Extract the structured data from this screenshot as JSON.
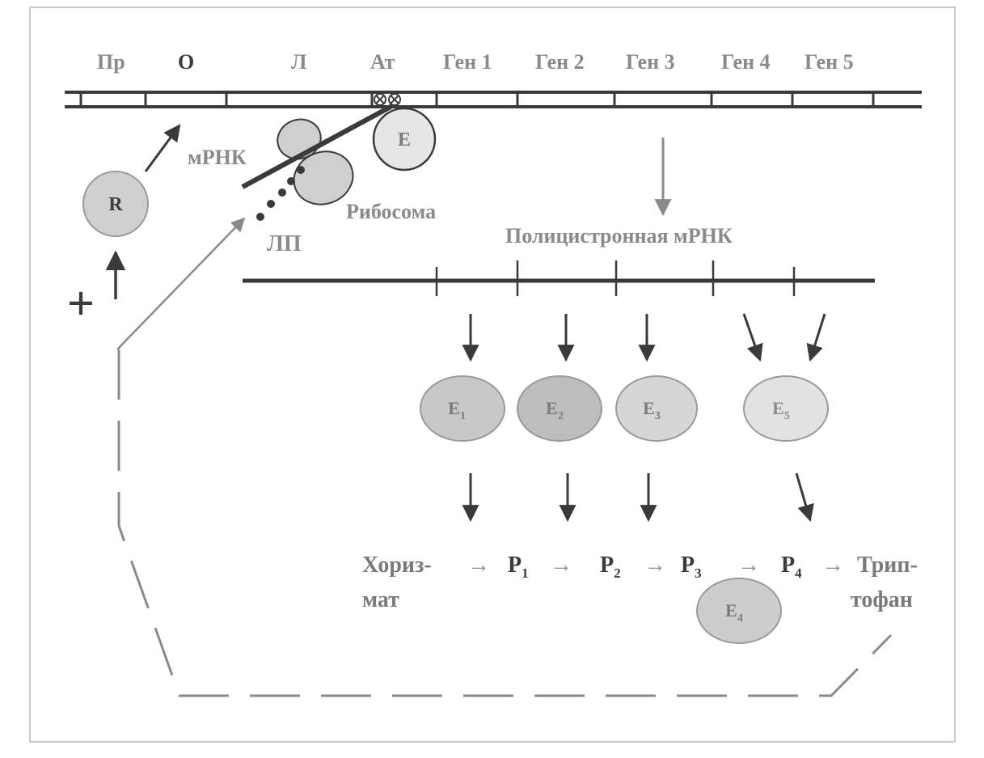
{
  "dna_labels": {
    "promoter": "Пр",
    "operator": "О",
    "leader": "Л",
    "attenuator": "Ат",
    "gene1": "Ген 1",
    "gene2": "Ген 2",
    "gene3": "Ген 3",
    "gene4": "Ген 4",
    "gene5": "Ген 5"
  },
  "labels": {
    "mrna": "мРНК",
    "ribosome": "Рибосома",
    "leader_peptide": "ЛП",
    "polycistronic_mrna": "Полицистронная мРНК",
    "plus": "+"
  },
  "circles": {
    "repressor": "R",
    "rna_polymerase": "E",
    "e1": "E",
    "e1_sub": "1",
    "e2": "E",
    "e2_sub": "2",
    "e3": "E",
    "e3_sub": "3",
    "e5": "E",
    "e5_sub": "5",
    "e4": "E",
    "e4_sub": "4"
  },
  "pathway": {
    "chorismate_line1": "Хориз-",
    "chorismate_line2": "мат",
    "p1": "P",
    "p1_sub": "1",
    "p2": "P",
    "p2_sub": "2",
    "p3": "P",
    "p3_sub": "3",
    "p4": "P",
    "p4_sub": "4",
    "tryptophan_line1": "Трип-",
    "tryptophan_line2": "тофан",
    "arrow": "→"
  },
  "colors": {
    "dark": "#3a3a3a",
    "gray": "#8a8a8a",
    "enzyme_fill": "#c8c8c8",
    "light_fill": "#e6e6e6"
  }
}
